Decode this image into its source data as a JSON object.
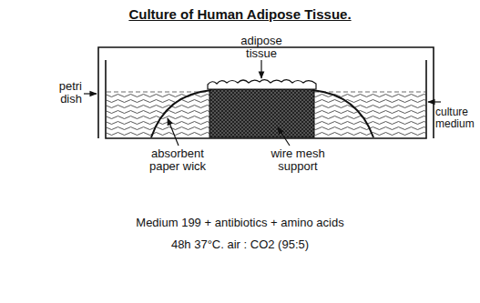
{
  "diagram": {
    "title": "Culture of Human Adipose Tissue.",
    "labels": [
      "adipose tissue",
      "petri dish",
      "culture medium",
      "absorbent paper wick",
      "wire mesh support",
      "Medium 199 + antibiotics + amino acids",
      "48h 37°C. air : CO2 (95:5)"
    ]
  }
}
